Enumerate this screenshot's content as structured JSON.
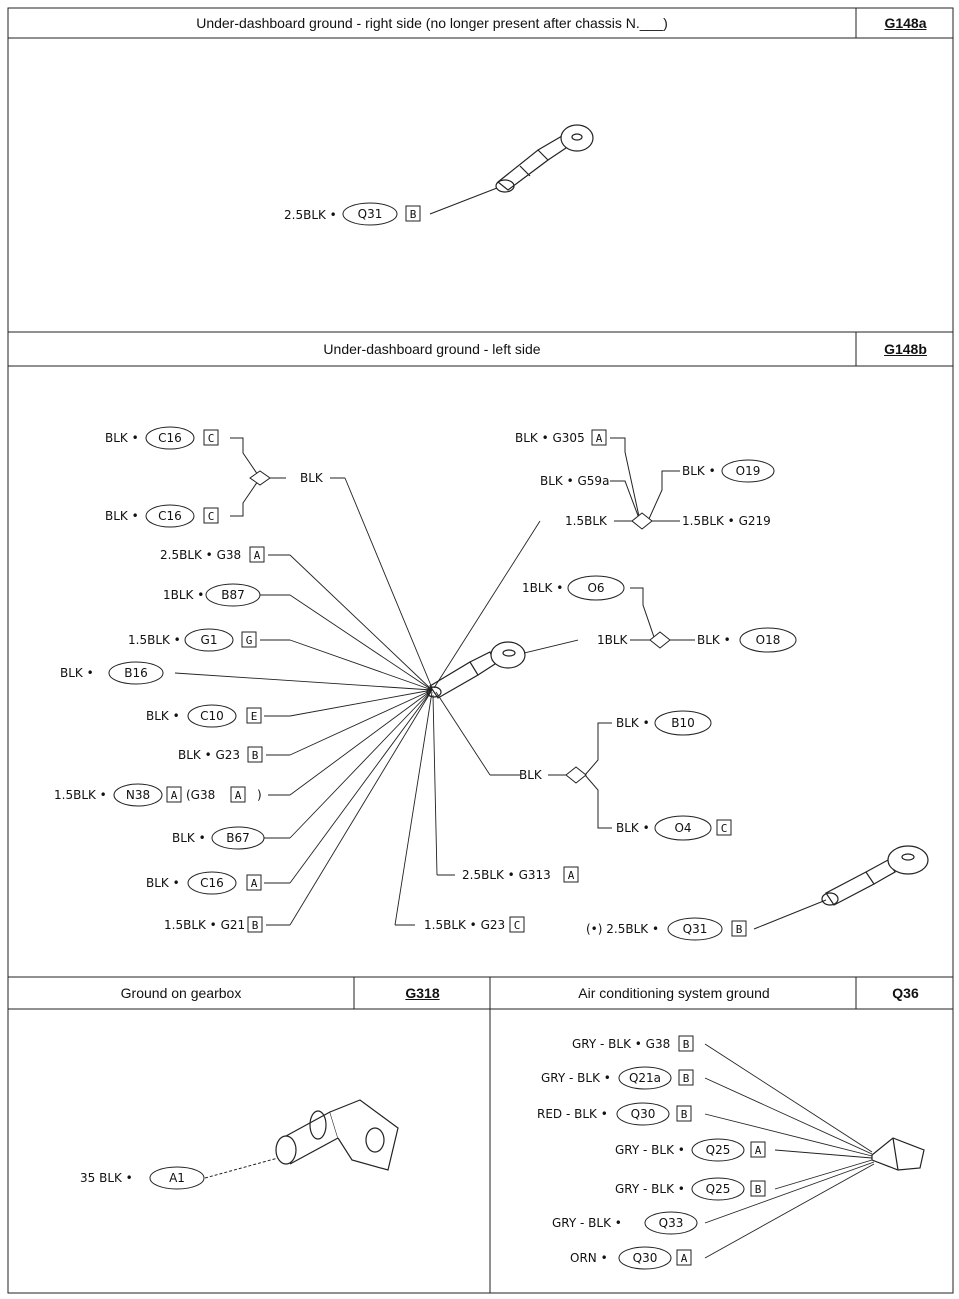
{
  "sections": {
    "g148a": {
      "title": "Under-dashboard ground - right side (no longer present after chassis N.___)",
      "code": "G148a"
    },
    "g148b": {
      "title": "Under-dashboard ground - left side",
      "code": "G148b"
    },
    "g318": {
      "title": "Ground on gearbox",
      "code": "G318"
    },
    "q36": {
      "title": "Air conditioning system ground",
      "code": "Q36"
    }
  },
  "labels": {
    "a_wire": "2.5BLK •",
    "a_conn": "Q31",
    "a_pin": "B",
    "b1_wire": "BLK •",
    "b1_conn": "C16",
    "b1_pin": "C",
    "b2_wire": "BLK •",
    "b2_conn": "C16",
    "b2_pin": "C",
    "b_blk_top": "BLK",
    "b3_text": "2.5BLK • G38",
    "b3_pin": "A",
    "b4_wire": "1BLK •",
    "b4_conn": "B87",
    "b5_wire": "1.5BLK •",
    "b5_conn": "G1",
    "b5_pin": "G",
    "b6_wire": "BLK •",
    "b6_conn": "B16",
    "b7_wire": "BLK •",
    "b7_conn": "C10",
    "b7_pin": "E",
    "b8_text": "BLK • G23",
    "b8_pin": "B",
    "b9_wire": "1.5BLK •",
    "b9_conn": "N38",
    "b9_pin": "A",
    "b9_extra": "(G38",
    "b9_pin2": "A",
    "b9_close": ")",
    "b10_wire": "BLK •",
    "b10_conn": "B67",
    "b11_wire": "BLK •",
    "b11_conn": "C16",
    "b11_pin": "A",
    "b12_text": "1.5BLK • G21",
    "b12_pin": "B",
    "b13_text": "1.5BLK • G23",
    "b13_pin": "C",
    "b14_text": "2.5BLK • G313",
    "b14_pin": "A",
    "r1_text": "BLK • G305",
    "r1_pin": "A",
    "r2_text": "BLK • G59a",
    "r3_wire": "BLK •",
    "r3_conn": "O19",
    "r4_text": "1.5BLK",
    "r5_text": "1.5BLK • G219",
    "r6_wire": "1BLK •",
    "r6_conn": "O6",
    "r7_text": "1BLK",
    "r8_wire": "BLK •",
    "r8_conn": "O18",
    "r9_text": "BLK",
    "r10_wire": "BLK •",
    "r10_conn": "B10",
    "r11_wire": "BLK •",
    "r11_conn": "O4",
    "r11_pin": "C",
    "r12_note": "(•) 2.5BLK •",
    "r12_conn": "Q31",
    "r12_pin": "B",
    "g_wire": "35 BLK •",
    "g_conn": "A1",
    "q1_text": "GRY - BLK • G38",
    "q1_pin": "B",
    "q2_wire": "GRY - BLK •",
    "q2_conn": "Q21a",
    "q2_pin": "B",
    "q3_wire": "RED - BLK •",
    "q3_conn": "Q30",
    "q3_pin": "B",
    "q4_wire": "GRY - BLK •",
    "q4_conn": "Q25",
    "q4_pin": "A",
    "q5_wire": "GRY - BLK •",
    "q5_conn": "Q25",
    "q5_pin": "B",
    "q6_wire": "GRY - BLK •",
    "q6_conn": "Q33",
    "q7_wire": "ORN •",
    "q7_conn": "Q30",
    "q7_pin": "A"
  }
}
